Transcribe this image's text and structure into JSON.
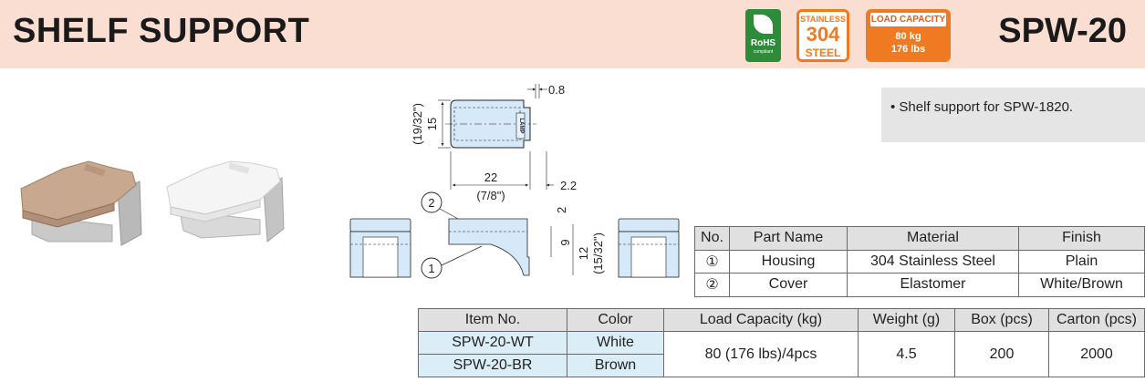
{
  "header": {
    "title": "SHELF SUPPORT",
    "model": "SPW-20",
    "badges": {
      "rohs": {
        "line1": "RoHS",
        "line2": "compliant"
      },
      "stainless": {
        "line1": "STAINLESS",
        "line2": "304",
        "line3": "STEEL"
      },
      "load_capacity": {
        "label": "LOAD CAPACITY",
        "line1": "80 kg",
        "line2": "176 lbs"
      }
    }
  },
  "features": [
    "• Shelf support for SPW-1820."
  ],
  "drawing": {
    "dim_0_8": "0.8",
    "dim_15": "15",
    "dim_19_32": "(19/32\")",
    "dim_22": "22",
    "dim_7_8": "(7/8\")",
    "dim_2_2": "2.2",
    "dim_2": "2",
    "dim_9": "9",
    "dim_12": "12",
    "dim_15_32": "(15/32\")",
    "callout_1": "1",
    "callout_2": "2",
    "logo_text": "LAMP"
  },
  "parts_table": {
    "headers": [
      "No.",
      "Part Name",
      "Material",
      "Finish"
    ],
    "rows": [
      [
        "①",
        "Housing",
        "304 Stainless Steel",
        "Plain"
      ],
      [
        "②",
        "Cover",
        "Elastomer",
        "White/Brown"
      ]
    ]
  },
  "spec_table": {
    "headers": [
      "Item No.",
      "Color",
      "Load Capacity (kg)",
      "Weight (g)",
      "Box (pcs)",
      "Carton (pcs)"
    ],
    "rows": [
      {
        "item": "SPW-20-WT",
        "color": "White"
      },
      {
        "item": "SPW-20-BR",
        "color": "Brown"
      }
    ],
    "load_capacity": "80 (176 lbs)/4pcs",
    "weight": "4.5",
    "box": "200",
    "carton": "2000"
  },
  "colors": {
    "header_bg": "#fbded2",
    "rohs_green": "#2e8b3a",
    "badge_orange": "#f07a22",
    "table_header": "#e0e0e0",
    "table_row": "#dbeef7",
    "cover_brown": "#c8a88f",
    "drawing_blue": "#d6e9f8"
  }
}
